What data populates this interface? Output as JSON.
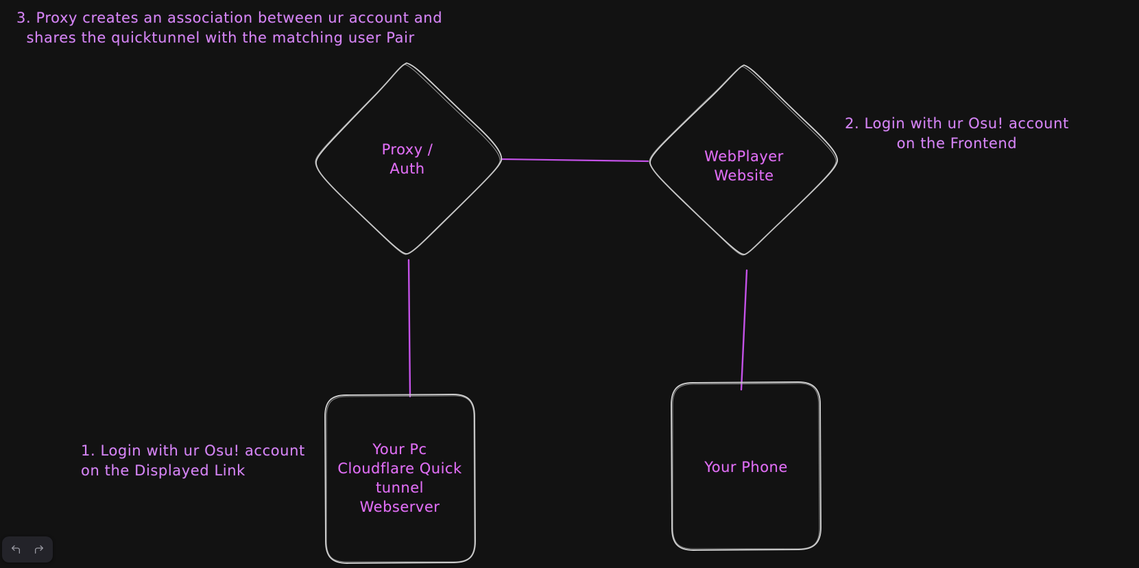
{
  "app": {
    "name": "excalidraw-canvas",
    "background_color": "#121212",
    "shape_stroke_color": "#cfcfcf",
    "connector_color": "#c452e8",
    "text_color": "#e06ef5",
    "note_color": "#d584f5"
  },
  "notes": [
    {
      "id": "step3",
      "number": "3.",
      "text": "3. Proxy creates an association between ur account and\n  shares the quicktunnel with the matching user Pair"
    },
    {
      "id": "step2",
      "number": "2.",
      "text": "2. Login with ur Osu! account\non the Frontend"
    },
    {
      "id": "step1",
      "number": "1.",
      "text": "1. Login with ur Osu! account\non the Displayed Link"
    }
  ],
  "shapes": [
    {
      "id": "proxy-auth",
      "kind": "diamond",
      "label": "Proxy /\nAuth"
    },
    {
      "id": "webplayer-website",
      "kind": "diamond",
      "label": "WebPlayer\nWebsite"
    },
    {
      "id": "your-pc",
      "kind": "rounded-rect",
      "label": "Your Pc\nCloudflare Quick\ntunnel\nWebserver"
    },
    {
      "id": "your-phone",
      "kind": "rounded-rect",
      "label": "Your Phone"
    }
  ],
  "connectors": [
    {
      "id": "proxy-to-webplayer",
      "from": "proxy-auth",
      "to": "webplayer-website"
    },
    {
      "id": "proxy-to-your-pc",
      "from": "proxy-auth",
      "to": "your-pc"
    },
    {
      "id": "webplayer-to-your-phone",
      "from": "webplayer-website",
      "to": "your-phone"
    }
  ],
  "toolbar": {
    "undo_label": "Undo",
    "redo_label": "Redo",
    "undo_icon": "undo-arrow-icon",
    "redo_icon": "redo-arrow-icon"
  }
}
